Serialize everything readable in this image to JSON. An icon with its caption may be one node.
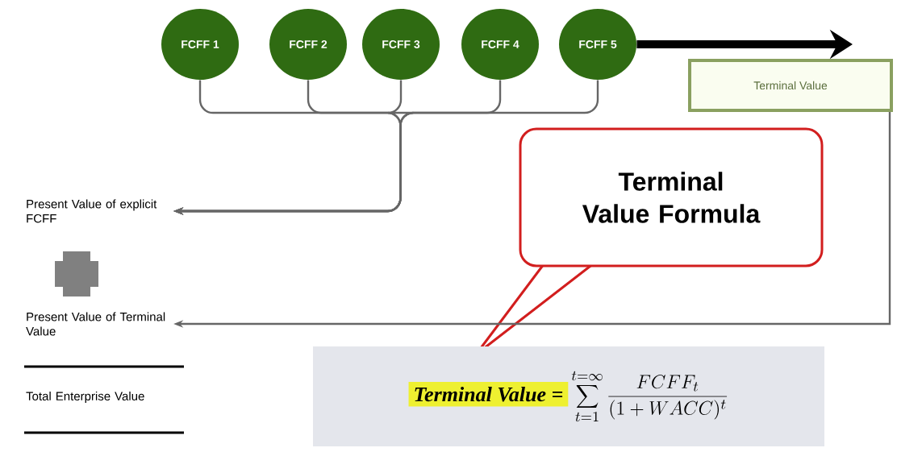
{
  "diagram": {
    "nodes": [
      {
        "text": [
          "FCFF 1"
        ]
      },
      {
        "text": [
          "FCFF 2"
        ]
      },
      {
        "text": [
          "FCFF 3"
        ]
      },
      {
        "text": [
          "FCFF 4"
        ]
      },
      {
        "text": [
          "FCFF 5"
        ]
      },
      {
        "text": [
          "Terminal Value"
        ]
      },
      {
        "text": [
          "Present Value of explicit FCFF"
        ]
      },
      {
        "text": [
          "Present Value of Terminal Value"
        ]
      },
      {
        "text": [
          "Total Enterprise Value"
        ]
      },
      {
        "text": [
          "Terminal Value Formula"
        ]
      },
      {
        "text": [
          "Terminal Value =",
          "\\sum_{t=1}^{t=\\infty}\\frac{FCFF_t}{(1+WACC)^t}"
        ]
      }
    ],
    "edges": [
      {
        "from": 0,
        "to": 6,
        "arrow": "to"
      },
      {
        "from": 1,
        "to": 6,
        "arrow": "to"
      },
      {
        "from": 2,
        "to": 6,
        "arrow": "to"
      },
      {
        "from": 3,
        "to": 6,
        "arrow": "to"
      },
      {
        "from": 4,
        "to": 6,
        "arrow": "to"
      },
      {
        "from": 5,
        "to": 7,
        "arrow": "to"
      },
      {
        "from": 4,
        "to": 5,
        "arrow": "to",
        "style": "thick",
        "color": "#000000"
      }
    ]
  }
}
